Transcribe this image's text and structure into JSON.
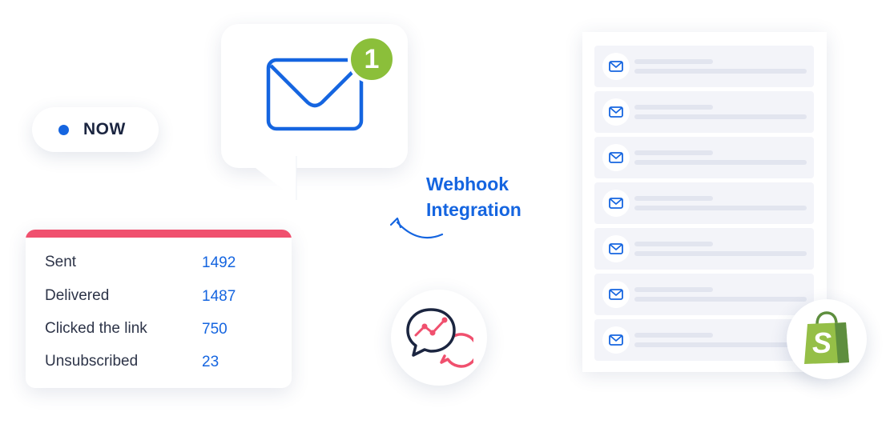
{
  "now_pill": {
    "label": "NOW"
  },
  "mail_bubble": {
    "badge_count": "1",
    "icon": "envelope-icon"
  },
  "webhook": {
    "line1": "Webhook",
    "line2": "Integration"
  },
  "stats": {
    "rows": [
      {
        "label": "Sent",
        "value": "1492"
      },
      {
        "label": "Delivered",
        "value": "1487"
      },
      {
        "label": "Clicked the link",
        "value": "750"
      },
      {
        "label": "Unsubscribed",
        "value": "23"
      }
    ]
  },
  "inbox": {
    "row_icon": "envelope-icon",
    "row_count": 7
  },
  "analytics_badge": {
    "icon": "chat-analytics-icon"
  },
  "shopify_badge": {
    "icon": "shopify-bag-icon"
  },
  "colors": {
    "accent_blue": "#1565e0",
    "badge_green": "#8bbf3a",
    "stats_bar_red": "#f0506e",
    "shopify_green": "#95bf47"
  }
}
